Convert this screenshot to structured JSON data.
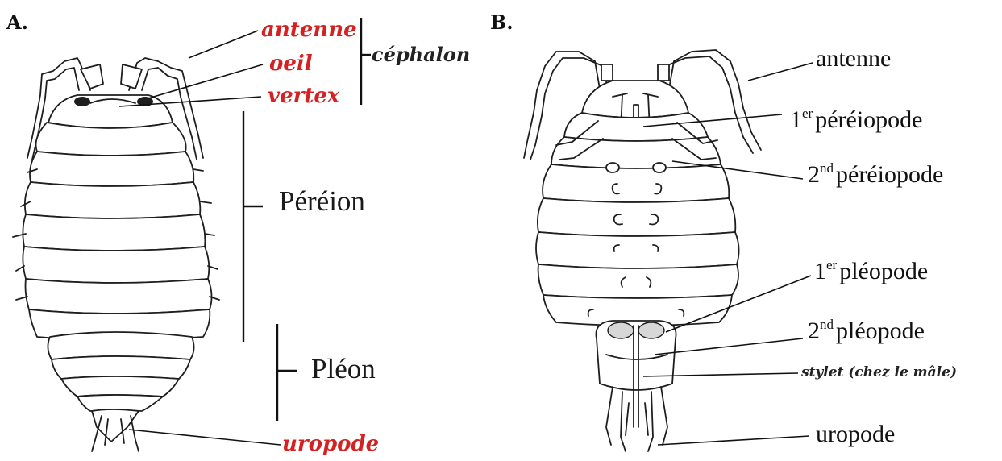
{
  "panels": {
    "a": "A.",
    "b": "B."
  },
  "panel_a": {
    "antenne": "antenne",
    "oeil": "oeil",
    "vertex": "vertex",
    "cephalon": "céphalon",
    "pereion": "Péréion",
    "pleon": "Pléon",
    "uropode": "uropode"
  },
  "panel_b": {
    "antenne": "antenne",
    "p1_sup": "er",
    "p1_text": "péréiopode",
    "p2_sup": "nd",
    "p2_text": "péréiopode",
    "pl1_sup": "er",
    "pl1_text": "pléopode",
    "pl2_sup": "nd",
    "pl2_text": "pléopode",
    "num_1": "1",
    "num_2": "2",
    "stylet": "stylet (chez le mâle)",
    "uropode": "uropode"
  },
  "colors": {
    "label_red": "#d42222",
    "ink": "#1e1e1e"
  }
}
